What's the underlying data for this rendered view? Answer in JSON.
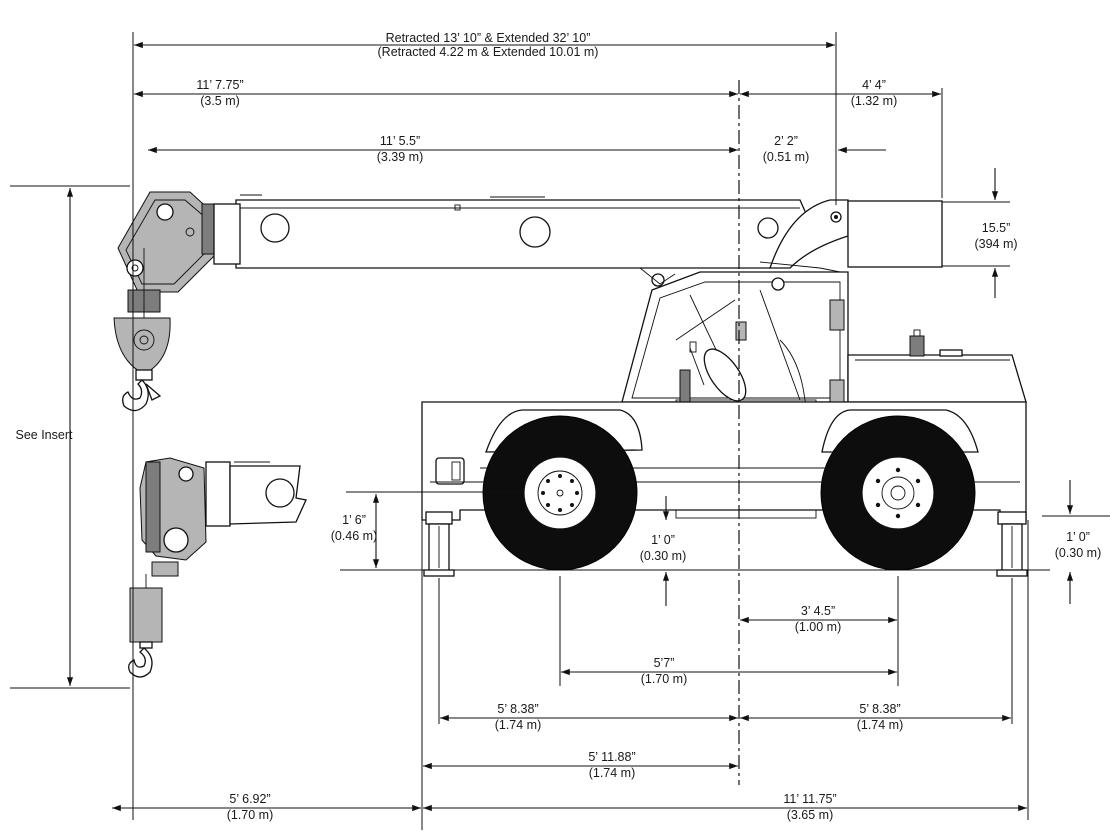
{
  "dimensions": {
    "overall_boom": {
      "line1": "Retracted 13’ 10” & Extended 32’ 10”",
      "line2": "(Retracted 4.22 m & Extended 10.01 m)"
    },
    "boom_to_center": {
      "imperial": "11’ 7.75”",
      "metric": "(3.5 m)"
    },
    "center_to_rear": {
      "imperial": "4’ 4”",
      "metric": "(1.32 m)"
    },
    "boom_tip_to_center": {
      "imperial": "11’ 5.5”",
      "metric": "(3.39 m)"
    },
    "center_to_pivot": {
      "imperial": "2’ 2”",
      "metric": "(0.51 m)"
    },
    "boom_height": {
      "imperial": "15.5”",
      "metric": "(394 m)"
    },
    "insert_label": "See Insert",
    "front_axle_height": {
      "imperial": "1’ 6”",
      "metric": "(0.46 m)"
    },
    "ground_clearance": {
      "imperial": "1’ 0”",
      "metric": "(0.30 m)"
    },
    "outrigger_height": {
      "imperial": "1’ 0”",
      "metric": "(0.30 m)"
    },
    "center_to_rear_axle": {
      "imperial": "3’ 4.5”",
      "metric": "(1.00 m)"
    },
    "wheelbase": {
      "imperial": "5’7”",
      "metric": "(1.70 m)"
    },
    "front_outrigger_to_center": {
      "imperial": "5’ 8.38”",
      "metric": "(1.74 m)"
    },
    "center_to_rear_outrigger": {
      "imperial": "5’ 8.38”",
      "metric": "(1.74 m)"
    },
    "front_body_to_center": {
      "imperial": "5’ 11.88”",
      "metric": "(1.74 m)"
    },
    "hook_to_front": {
      "imperial": "5’ 6.92”",
      "metric": "(1.70 m)"
    },
    "overall_length": {
      "imperial": "11’ 11.75”",
      "metric": "(3.65 m)"
    }
  }
}
